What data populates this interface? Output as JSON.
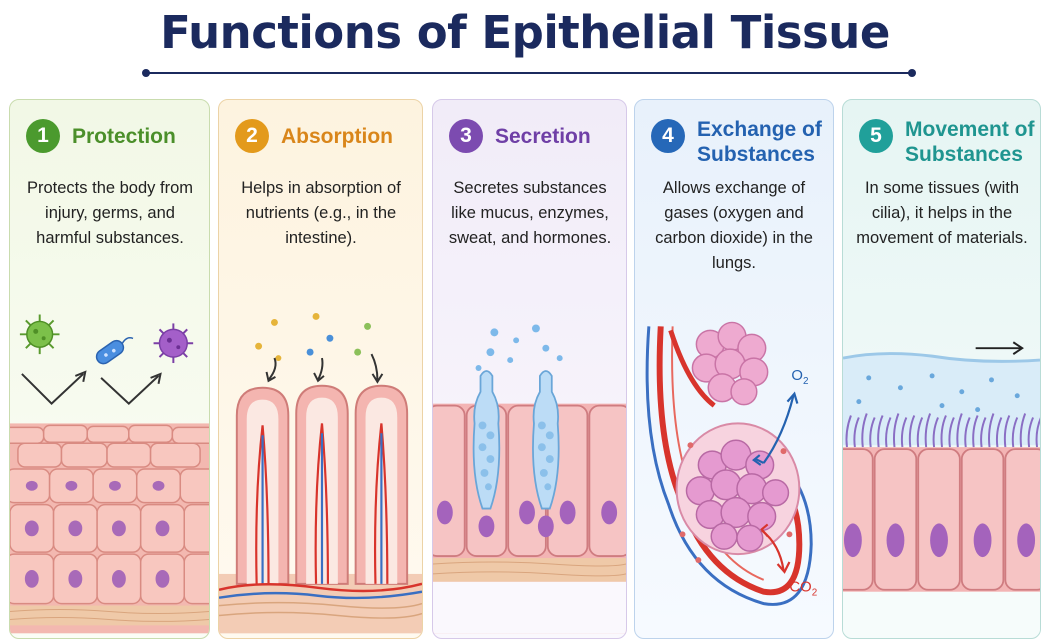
{
  "title": "Functions of Epithelial Tissue",
  "panels": [
    {
      "number": "1",
      "title": "Protection",
      "description": "Protects the body from injury, germs, and harmful substances."
    },
    {
      "number": "2",
      "title": "Absorption",
      "description": "Helps in absorption of nutrients (e.g., in the intestine)."
    },
    {
      "number": "3",
      "title": "Secretion",
      "description": "Secretes substances like mucus, enzymes, sweat, and hormones."
    },
    {
      "number": "4",
      "title": "Exchange of Substances",
      "description": "Allows exchange of gases (oxygen and carbon dioxide) in the lungs.",
      "labels": {
        "oxygen": "O",
        "oxygen_sub": "2",
        "carbon_dioxide": "CO",
        "carbon_dioxide_sub": "2"
      }
    },
    {
      "number": "5",
      "title": "Movement of Substances",
      "description": "In some tissues (with cilia), it helps in the movement of materials."
    }
  ],
  "colors": {
    "title": "#1b2a5e",
    "protection": "#4b9a2e",
    "absorption": "#e39a1c",
    "secretion": "#7c4bb0",
    "exchange": "#2668b8",
    "movement": "#20a09a"
  }
}
